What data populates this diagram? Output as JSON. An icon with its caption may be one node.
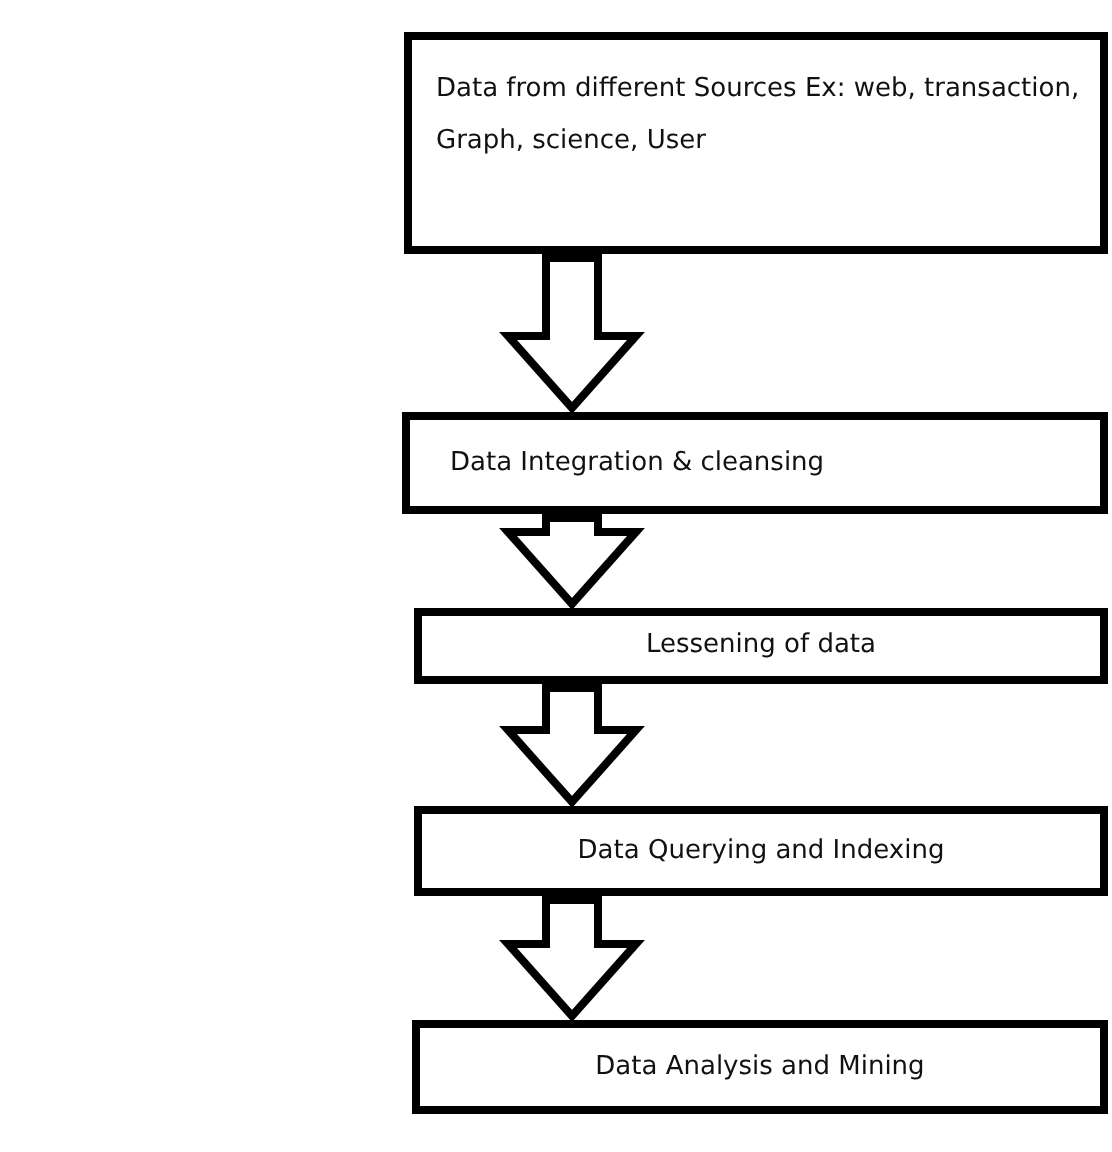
{
  "diagram": {
    "nodes": [
      {
        "text": [
          "Data from different Sources Ex: web, transaction, Graph, science, User"
        ]
      },
      {
        "text": [
          "Data Integration & cleansing"
        ]
      },
      {
        "text": [
          "Lessening of data"
        ]
      },
      {
        "text": [
          "Data Querying and Indexing"
        ]
      },
      {
        "text": [
          "Data Analysis and Mining"
        ]
      }
    ],
    "edges": [
      {
        "from": 0,
        "to": 1,
        "arrow": "to"
      },
      {
        "from": 1,
        "to": 2,
        "arrow": "to"
      },
      {
        "from": 2,
        "to": 3,
        "arrow": "to"
      },
      {
        "from": 3,
        "to": 4,
        "arrow": "to"
      }
    ]
  }
}
